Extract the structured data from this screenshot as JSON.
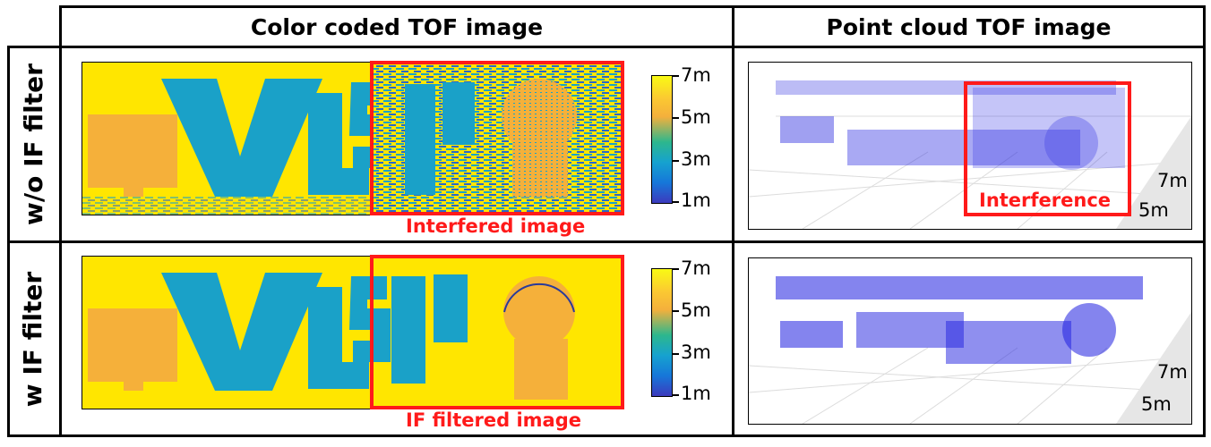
{
  "headers": {
    "col1": "Color coded TOF image",
    "col2": "Point cloud TOF image"
  },
  "rows": {
    "row1": "w/o IF filter",
    "row2": "w IF filter"
  },
  "annotations": {
    "interfered": "Interfered image",
    "filtered": "IF filtered image",
    "interference": "Interference"
  },
  "colorbar": {
    "ticks": [
      "7m",
      "5m",
      "3m",
      "1m"
    ]
  },
  "distance_labels": {
    "far": "7m",
    "near": "5m"
  },
  "colors": {
    "yellow": "#ffe600",
    "teal": "#1aa1c8",
    "orange": "#f5b03a",
    "red": "#ff1a1a",
    "points": "#1f1fe0"
  }
}
